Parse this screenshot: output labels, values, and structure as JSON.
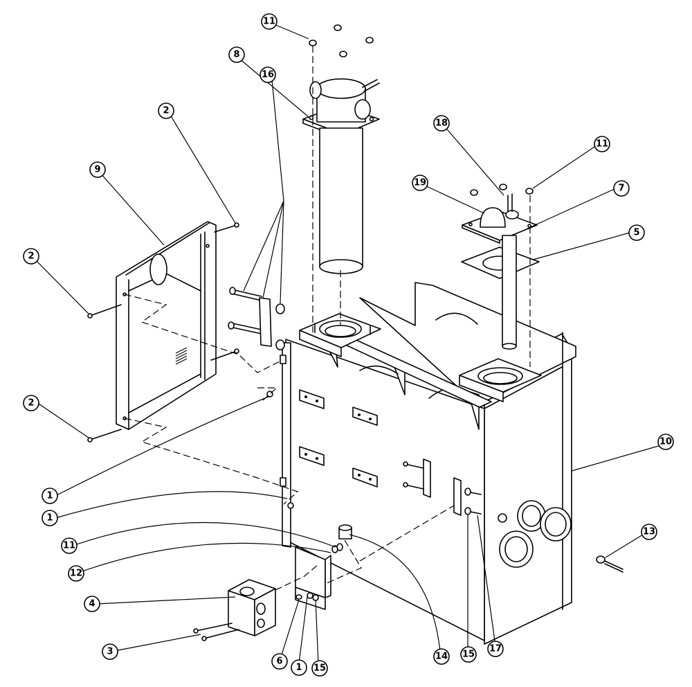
{
  "callouts": {
    "c1": "1",
    "c2": "1",
    "c3": "1",
    "c4": "2",
    "c5": "2",
    "c6": "2",
    "c7": "3",
    "c8": "4",
    "c9": "5",
    "c10": "6",
    "c11": "7",
    "c12": "8",
    "c13": "9",
    "c14": "10",
    "c15": "11",
    "c16": "11",
    "c17": "11",
    "c18": "12",
    "c19": "13",
    "c20": "14",
    "c21": "15",
    "c22": "15",
    "c23": "16",
    "c24": "17",
    "c25": "18",
    "c26": "19"
  }
}
